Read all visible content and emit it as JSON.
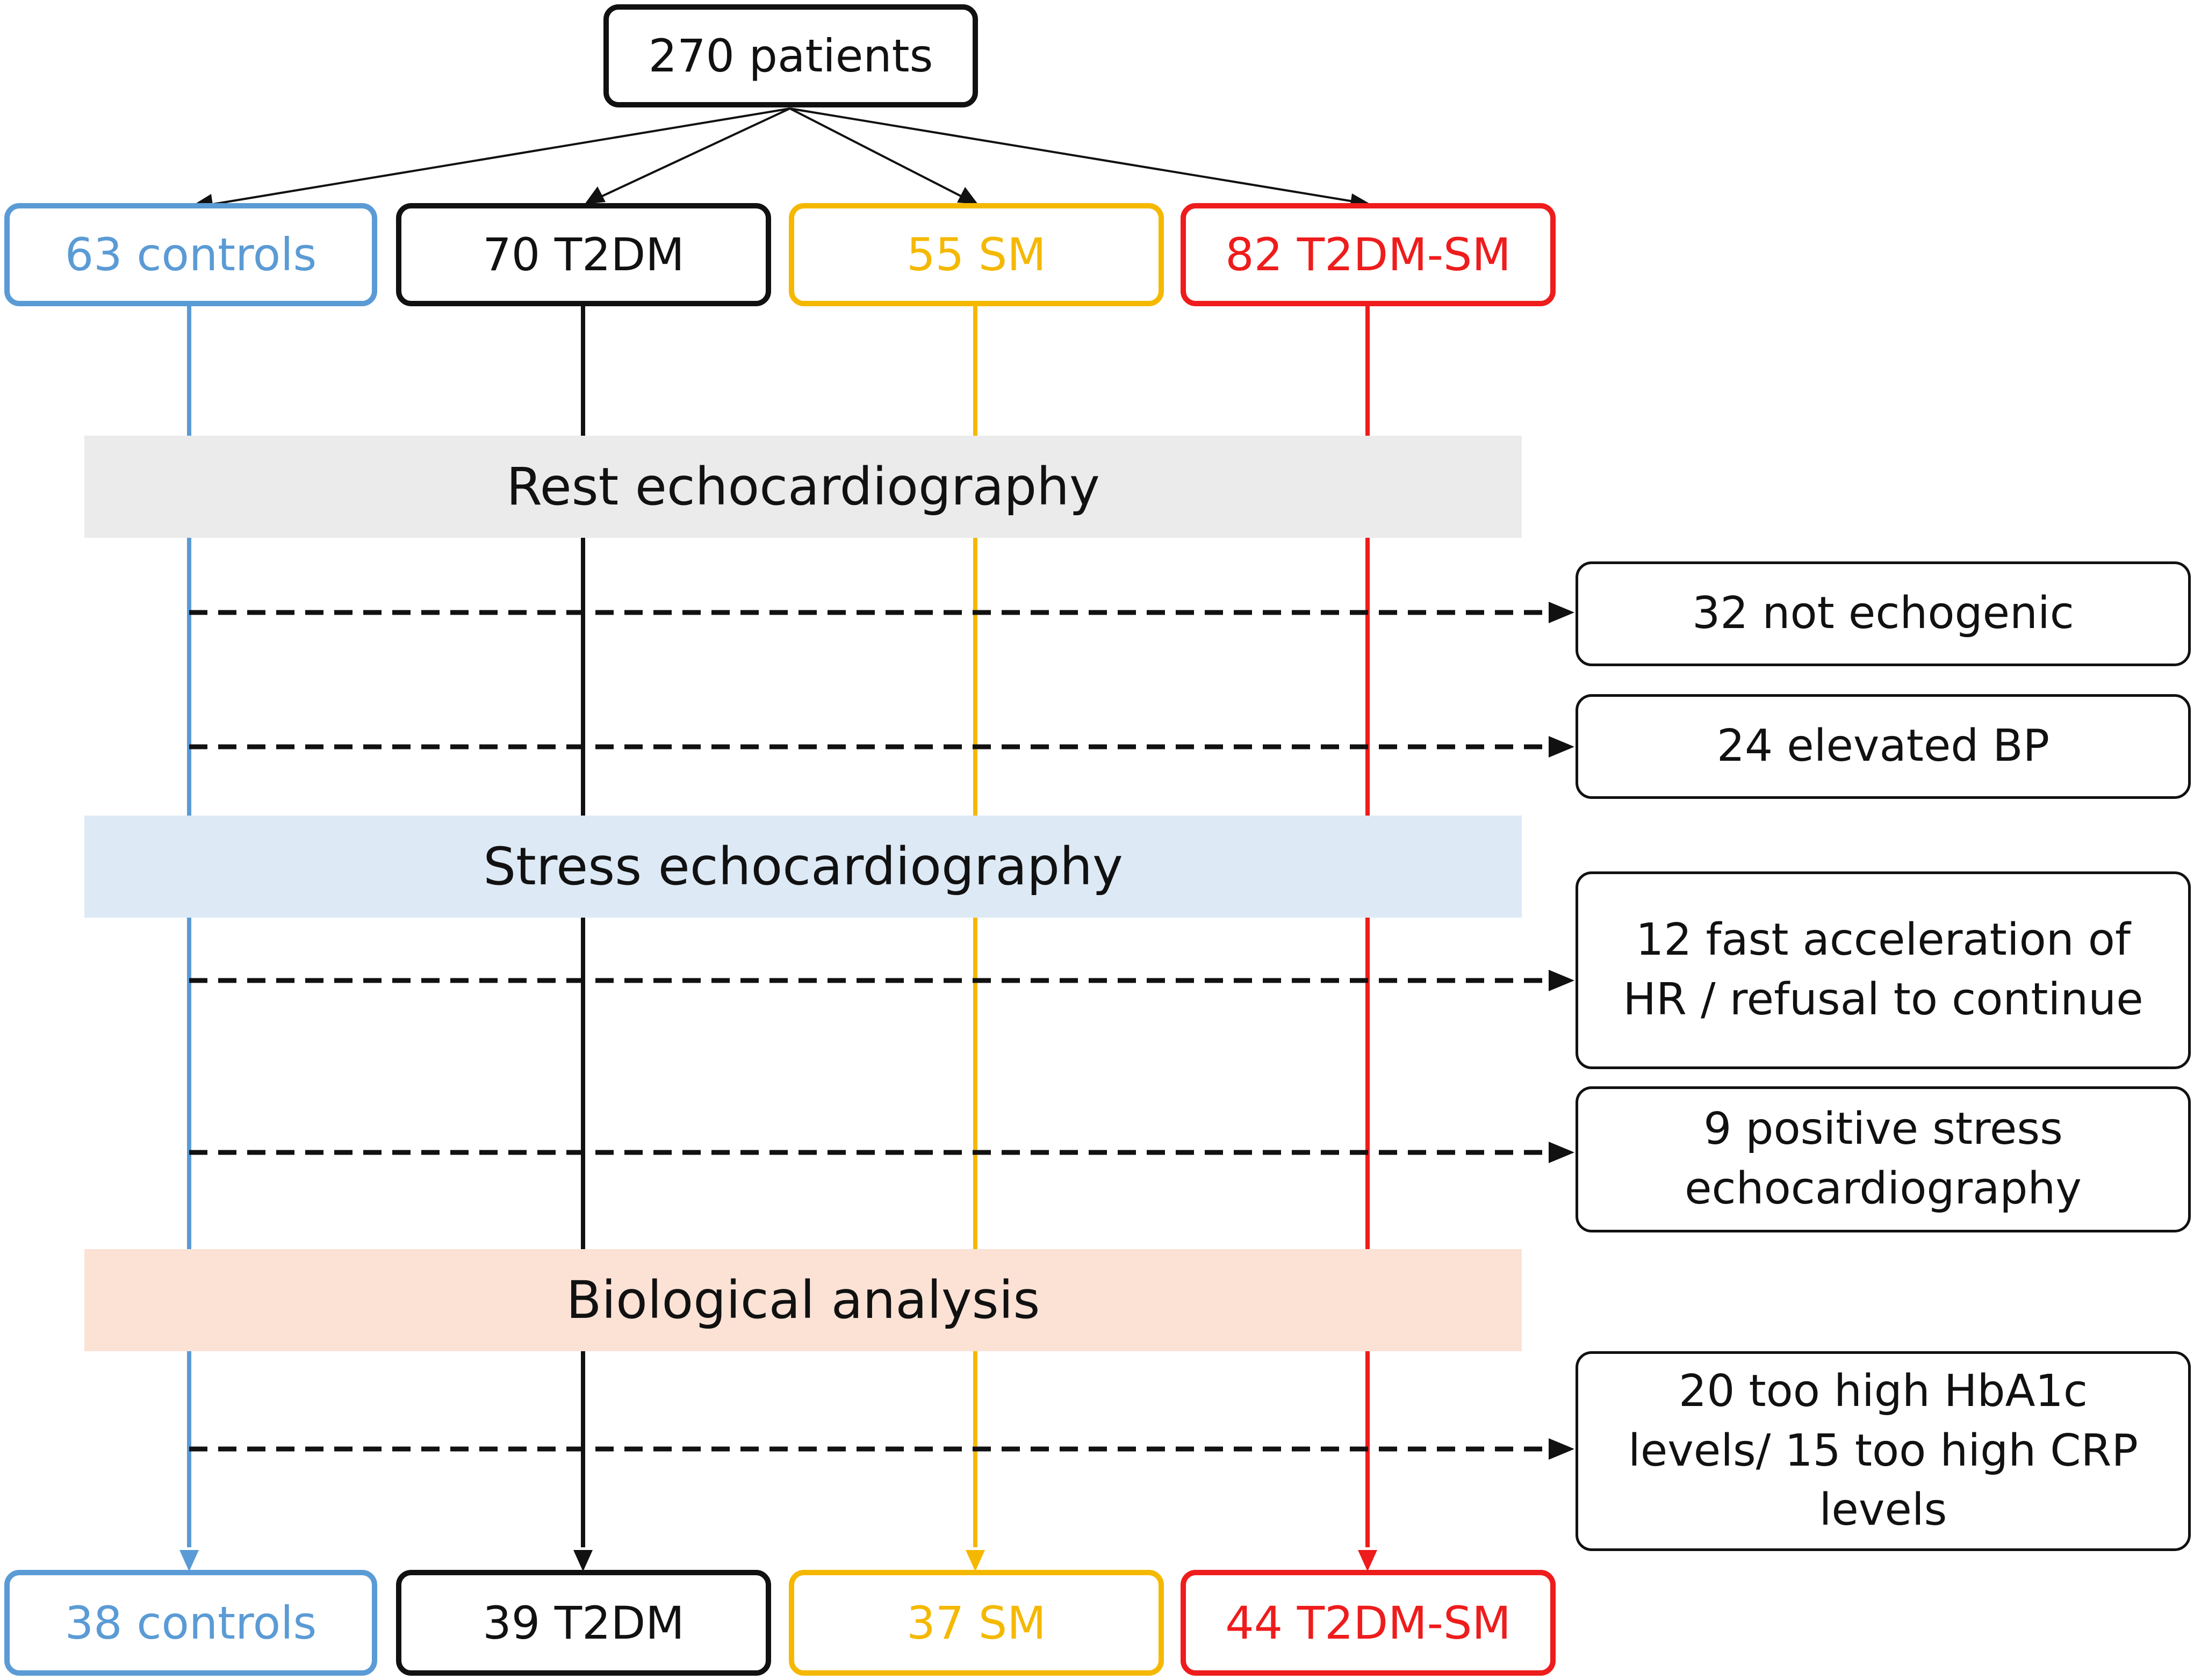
{
  "root": {
    "label": "270 patients"
  },
  "groups": [
    {
      "id": "controls",
      "start": "63 controls",
      "end": "38 controls",
      "color": "#5b9bd5"
    },
    {
      "id": "t2dm",
      "start": "70 T2DM",
      "end": "39 T2DM",
      "color": "#111111"
    },
    {
      "id": "sm",
      "start": "55 SM",
      "end": "37 SM",
      "color": "#f5b800"
    },
    {
      "id": "t2dm-sm",
      "start": "82 T2DM-SM",
      "end": "44 T2DM-SM",
      "color": "#ee1c1c"
    }
  ],
  "stages": [
    {
      "id": "rest",
      "label": "Rest echocardiography",
      "color": "#ebebeb"
    },
    {
      "id": "stress",
      "label": "Stress echocardiography",
      "color": "#dde9f5"
    },
    {
      "id": "biological",
      "label": "Biological analysis",
      "color": "#fbe2d5"
    }
  ],
  "exclusions": [
    {
      "id": "not-echogenic",
      "lines": [
        "32 not echogenic"
      ]
    },
    {
      "id": "elevated-bp",
      "lines": [
        "24 elevated BP"
      ]
    },
    {
      "id": "fast-hr",
      "lines": [
        "12 fast acceleration of",
        "HR / refusal to continue"
      ]
    },
    {
      "id": "positive-stress",
      "lines": [
        "9 positive stress",
        "echocardiography"
      ]
    },
    {
      "id": "high-hba1c-crp",
      "lines": [
        "20 too high HbA1c",
        "levels/ 15 too high CRP",
        "levels"
      ]
    }
  ]
}
